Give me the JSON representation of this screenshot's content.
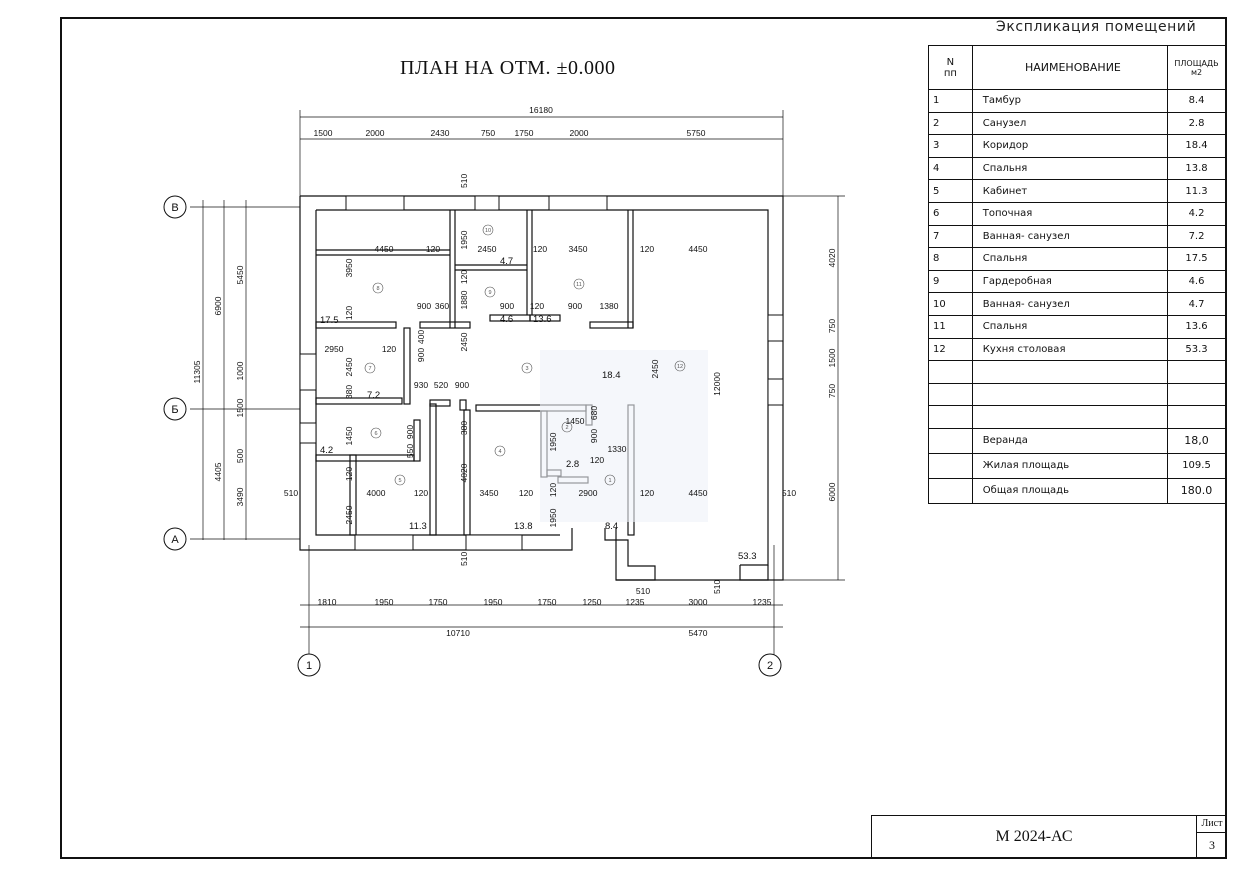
{
  "plan_title": "ПЛАН НА ОТМ. ±0.000",
  "explication": {
    "title": "Экспликация помещений",
    "col_n": "N",
    "col_n_sub": "пп",
    "col_name": "НАИМЕНОВАНИЕ",
    "col_area": "ПЛОЩАДЬ",
    "col_area_unit": "м2",
    "rows": [
      {
        "n": "1",
        "name": "Тамбур",
        "area": "8.4"
      },
      {
        "n": "2",
        "name": "Санузел",
        "area": "2.8"
      },
      {
        "n": "3",
        "name": "Коридор",
        "area": "18.4"
      },
      {
        "n": "4",
        "name": "Спальня",
        "area": "13.8"
      },
      {
        "n": "5",
        "name": "Кабинет",
        "area": "11.3"
      },
      {
        "n": "6",
        "name": "Топочная",
        "area": "4.2"
      },
      {
        "n": "7",
        "name": "Ванная- санузел",
        "area": "7.2"
      },
      {
        "n": "8",
        "name": "Спальня",
        "area": "17.5"
      },
      {
        "n": "9",
        "name": "Гардеробная",
        "area": "4.6"
      },
      {
        "n": "10",
        "name": "Ванная- санузел",
        "area": "4.7"
      },
      {
        "n": "11",
        "name": "Спальня",
        "area": "13.6"
      },
      {
        "n": "12",
        "name": "Кухня столовая",
        "area": "53.3"
      }
    ],
    "totals": [
      {
        "name": "Веранда",
        "area": "18,0"
      },
      {
        "name": "Жилая площадь",
        "area": "109.5"
      },
      {
        "name": "Общая площадь",
        "area": "180.0"
      }
    ]
  },
  "stamp": {
    "code": "М 2024-АС",
    "sheet_label": "Лист",
    "sheet_number": "3"
  },
  "axes": {
    "rows": [
      "В",
      "Б",
      "А"
    ],
    "cols": [
      "1",
      "2"
    ]
  },
  "dimensions": {
    "top_total": "16180",
    "top_chain": [
      "1500",
      "2000",
      "2430",
      "750",
      "1750",
      "2000",
      "5750"
    ],
    "top_wall": "510",
    "bottom_chain": [
      "1810",
      "1950",
      "1750",
      "1950",
      "1750",
      "1250",
      "1235",
      "3000",
      "1235"
    ],
    "bottom_total_left": "10710",
    "bottom_total_right": "5470",
    "bottom_wall": "510",
    "bottom_wall_right": "510",
    "bottom_porch": "510",
    "left_total": "11305",
    "left_sub": [
      "6900",
      "4405"
    ],
    "left_chain": [
      "5450",
      "1000",
      "1500",
      "500",
      "3490"
    ],
    "right_chain": [
      "4020",
      "750",
      "1500",
      "750",
      "6000"
    ],
    "interior": {
      "room8_w": "4450",
      "w120a": "120",
      "room10_w": "2450",
      "w120b": "120",
      "room11_w": "3450",
      "w120c": "120",
      "room12_w": "4450",
      "room8_h": "3950",
      "room8_wall": "120",
      "room10_h": "1950",
      "room9_h": "1880",
      "room9_wall": "120",
      "d900a": "900",
      "d360": "360",
      "d900b": "900",
      "d120": "120",
      "d900c": "900",
      "d1380": "1380",
      "room7_w": "2950",
      "room7_wall": "120",
      "room7_h": "2450",
      "d400": "400",
      "d900v": "900",
      "w380": "380",
      "d930": "930",
      "d520": "520",
      "d900h": "900",
      "corr_h": "2450",
      "kit_h": "2450",
      "kit_total_h": "12000",
      "room6_h": "1450",
      "d550": "550",
      "d900r6": "900",
      "w380b": "380",
      "room4_h": "4020",
      "room2_w": "1450",
      "d680": "680",
      "d900r2": "900",
      "room2_h": "1950",
      "d1330": "1330",
      "w120r2": "120",
      "w120r4": "120",
      "room5_w": "4000",
      "room5_wall": "120",
      "room4_w": "3450",
      "room4_wall": "120",
      "room1_w": "2900",
      "room1_wall": "120",
      "room12_w2": "4450",
      "room5_h": "2450",
      "room1_h": "1950",
      "w120h": "120",
      "wall_left": "510",
      "wall_right": "510",
      "room6_wall": "120"
    }
  },
  "rooms": [
    {
      "n": "8",
      "area": "17.5"
    },
    {
      "n": "10",
      "area": "4.7"
    },
    {
      "n": "9",
      "area": "4.6"
    },
    {
      "n": "11",
      "area": "13.6"
    },
    {
      "n": "7",
      "area": "7.2"
    },
    {
      "n": "3",
      "area": "18.4"
    },
    {
      "n": "12",
      "area": "53.3"
    },
    {
      "n": "6",
      "area": "4.2"
    },
    {
      "n": "2",
      "area": "2.8"
    },
    {
      "n": "5",
      "area": "11.3"
    },
    {
      "n": "4",
      "area": "13.8"
    },
    {
      "n": "1",
      "area": "8.4"
    }
  ]
}
